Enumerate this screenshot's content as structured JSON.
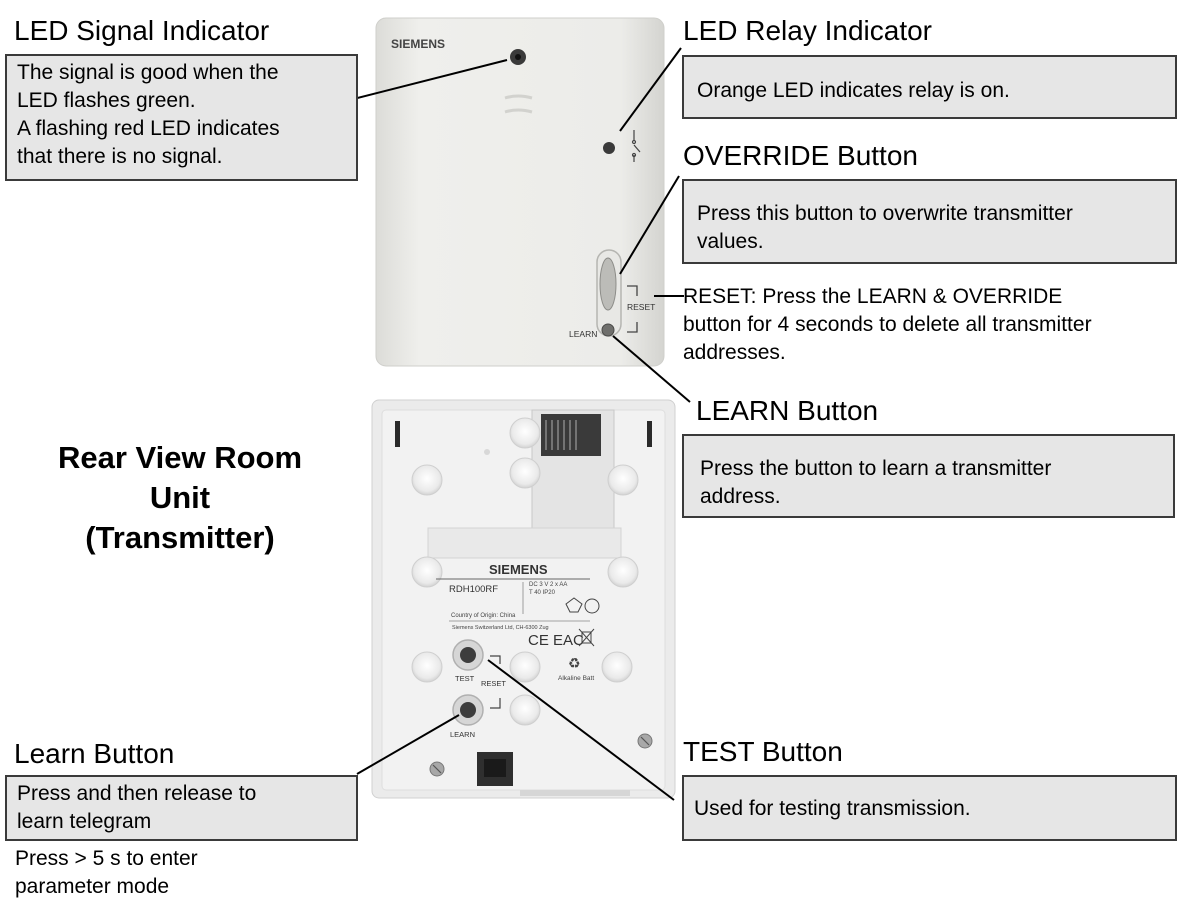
{
  "led_signal": {
    "heading": "LED Signal Indicator",
    "lines": [
      "The signal is good when the",
      "LED flashes green.",
      "A flashing red LED indicates",
      "that there is no signal."
    ]
  },
  "led_relay": {
    "heading": "LED Relay Indicator",
    "lines": [
      "Orange LED indicates relay is on."
    ]
  },
  "override": {
    "heading": "OVERRIDE Button",
    "lines": [
      "Press this button to overwrite transmitter",
      "values."
    ]
  },
  "reset_note": {
    "lines": [
      "RESET: Press the LEARN & OVERRIDE",
      "button for 4 seconds to delete all transmitter",
      "addresses."
    ]
  },
  "learn_top": {
    "heading": "LEARN Button",
    "lines": [
      "Press the button to learn a transmitter",
      "address."
    ]
  },
  "rear_title": {
    "lines": [
      "Rear View Room",
      "Unit",
      "(Transmitter)"
    ]
  },
  "learn_bottom": {
    "heading": "Learn Button",
    "lines": [
      "Press and then release to",
      "learn telegram"
    ],
    "extra": [
      "Press > 5 s to enter",
      "parameter mode"
    ]
  },
  "test": {
    "heading": "TEST Button",
    "lines": [
      "Used for testing transmission."
    ]
  },
  "device_front": {
    "brand": "SIEMENS",
    "reset_label": "RESET",
    "learn_label": "LEARN"
  },
  "device_rear": {
    "brand": "SIEMENS",
    "model": "RDH100RF",
    "spec1": "DC 3 V   2 x AA",
    "spec2": "T 40   IP20",
    "origin": "Country of Origin: China",
    "maker": "Siemens Switzerland Ltd, CH-6300 Zug",
    "marks": "CE EAC",
    "battery": "Alkaline Batt",
    "test_label": "TEST",
    "reset_label": "RESET",
    "learn_label": "LEARN"
  }
}
